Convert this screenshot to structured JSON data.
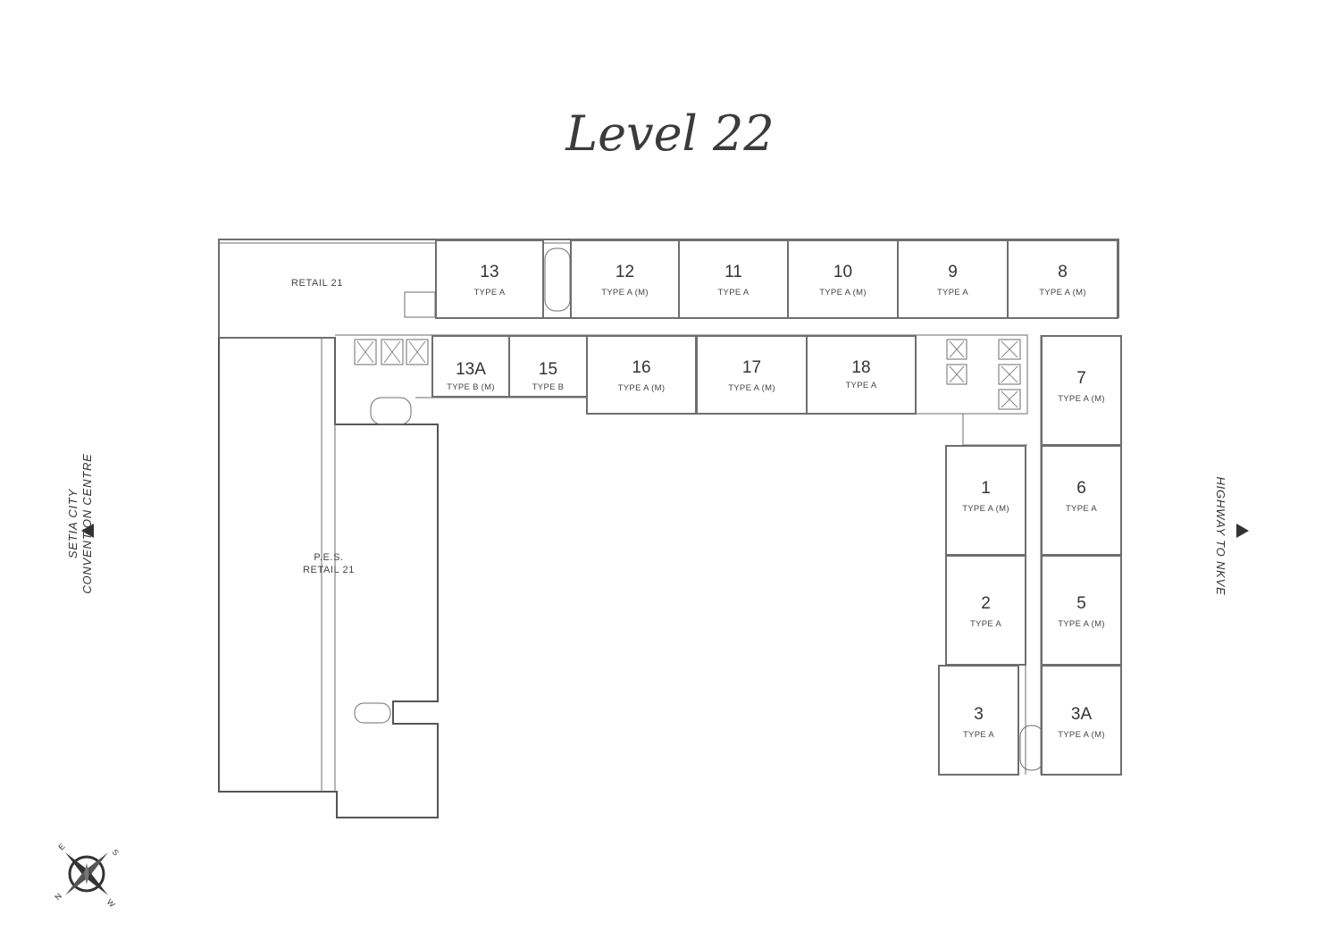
{
  "title": "Level 22",
  "areas": {
    "retail": "RETAIL 21",
    "pes_line1": "P.E.S.",
    "pes_line2": "RETAIL 21"
  },
  "directions": {
    "left_line1": "SETIA CITY",
    "left_line2": "CONVENTION CENTRE",
    "right": "HIGHWAY TO NKVE"
  },
  "compass": {
    "n": "N",
    "s": "S",
    "e": "E",
    "w": "W"
  },
  "units": [
    {
      "num": "13",
      "type": "TYPE A"
    },
    {
      "num": "12",
      "type": "TYPE A (M)"
    },
    {
      "num": "11",
      "type": "TYPE A"
    },
    {
      "num": "10",
      "type": "TYPE A (M)"
    },
    {
      "num": "9",
      "type": "TYPE A"
    },
    {
      "num": "8",
      "type": "TYPE A (M)"
    },
    {
      "num": "13A",
      "type": "TYPE B (M)"
    },
    {
      "num": "15",
      "type": "TYPE B"
    },
    {
      "num": "16",
      "type": "TYPE A (M)"
    },
    {
      "num": "17",
      "type": "TYPE A (M)"
    },
    {
      "num": "18",
      "type": "TYPE A"
    },
    {
      "num": "7",
      "type": "TYPE A (M)"
    },
    {
      "num": "1",
      "type": "TYPE A (M)"
    },
    {
      "num": "6",
      "type": "TYPE A"
    },
    {
      "num": "2",
      "type": "TYPE A"
    },
    {
      "num": "5",
      "type": "TYPE A (M)"
    },
    {
      "num": "3",
      "type": "TYPE A"
    },
    {
      "num": "3A",
      "type": "TYPE A (M)"
    }
  ]
}
